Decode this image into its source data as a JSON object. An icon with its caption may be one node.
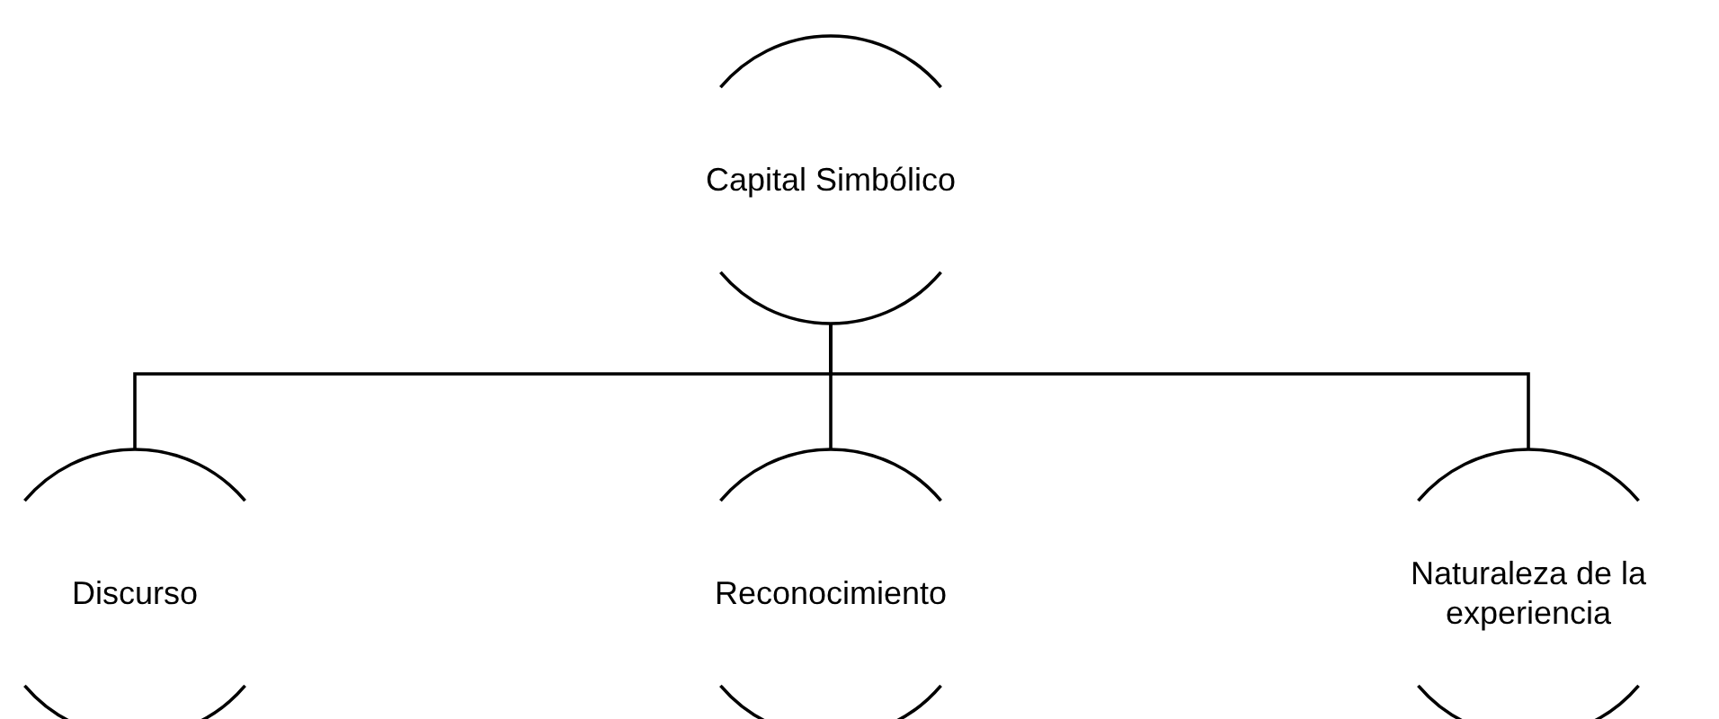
{
  "diagram": {
    "nodes": [
      {
        "text": [
          "Capital Simbólico"
        ]
      },
      {
        "text": [
          "Discurso"
        ]
      },
      {
        "text": [
          "Reconocimiento"
        ]
      },
      {
        "text": [
          "Naturaleza de la experiencia"
        ]
      }
    ],
    "edges": [
      {
        "from": 0,
        "to": 1,
        "arrow": "none"
      },
      {
        "from": 0,
        "to": 2,
        "arrow": "none"
      },
      {
        "from": 0,
        "to": 3,
        "arrow": "none"
      }
    ]
  }
}
